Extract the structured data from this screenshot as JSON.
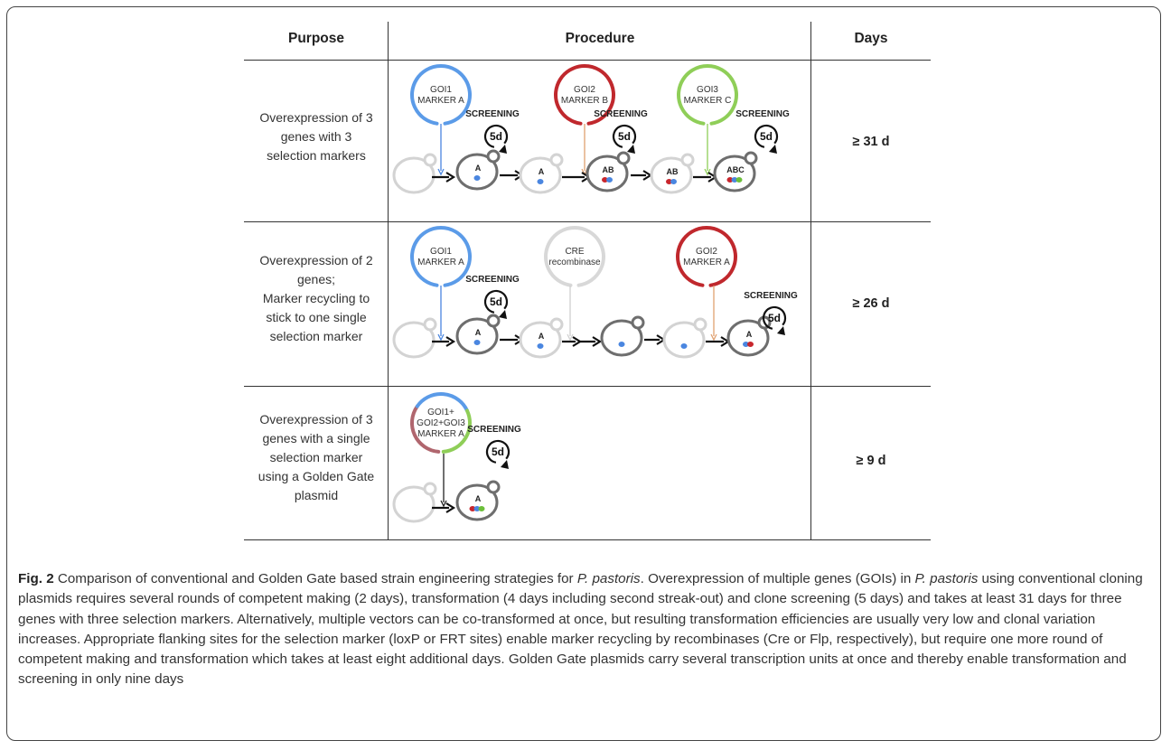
{
  "table": {
    "headers": {
      "purpose": "Purpose",
      "procedure": "Procedure",
      "days": "Days"
    },
    "rows": [
      {
        "purpose_lines": [
          "Overexpression of 3",
          "genes with 3",
          "selection markers"
        ],
        "days": "≥ 31 d",
        "plasmids": [
          {
            "lines": [
              "GOI1",
              "MARKER A"
            ],
            "color": "#5b9be8"
          },
          {
            "lines": [
              "GOI2",
              "MARKER B"
            ],
            "color": "#c0282d"
          },
          {
            "lines": [
              "GOI3",
              "MARKER C"
            ],
            "color": "#8fce58"
          }
        ],
        "screening_label": "Screening",
        "screening_days": "5d",
        "cell_labels": [
          "A",
          "A",
          "AB",
          "AB",
          "ABC"
        ]
      },
      {
        "purpose_lines": [
          "Overexpression of 2",
          "genes;",
          "Marker recycling to",
          "stick to one single",
          "selection marker"
        ],
        "days": "≥ 26 d",
        "plasmids": [
          {
            "lines": [
              "GOI1",
              "MARKER A"
            ],
            "color": "#5b9be8"
          },
          {
            "lines": [
              "CRE",
              "recombinase"
            ],
            "color": "#d8d8d8"
          },
          {
            "lines": [
              "GOI2",
              "MARKER A"
            ],
            "color": "#c0282d"
          }
        ],
        "screening_label": "Screening",
        "screening_days": "5d",
        "cell_labels": [
          "A",
          "A",
          "A"
        ]
      },
      {
        "purpose_lines": [
          "Overexpression of 3",
          "genes with a single",
          "selection marker",
          "using a Golden Gate",
          "plasmid"
        ],
        "days": "≥ 9 d",
        "plasmids": [
          {
            "lines": [
              "GOI1+",
              "GOI2+GOI3",
              "MARKER A"
            ],
            "colors": [
              "#b0666e",
              "#5b9be8",
              "#8fce58"
            ]
          }
        ],
        "screening_label": "Screening",
        "screening_days": "5d",
        "cell_labels": [
          "A"
        ]
      }
    ]
  },
  "caption": {
    "fig_label": "Fig. 2",
    "segments": [
      {
        "t": " Comparison of conventional and Golden Gate based strain engineering strategies for "
      },
      {
        "t": "P. pastoris",
        "i": true
      },
      {
        "t": ". Overexpression of multiple genes (GOIs) in "
      },
      {
        "t": "P. pastoris",
        "i": true
      },
      {
        "t": " using conventional cloning plasmids requires several rounds of competent making (2 days), transformation (4 days including second streak-out) and clone screening (5 days) and takes at least 31 days for three genes with three selection markers. Alternatively, multiple vectors can be co-transformed at once, but resulting transformation efficiencies are usually very low and clonal variation increases. Appropriate flanking sites for the selection marker (loxP or FRT sites) enable marker recycling by recombinases (Cre or Flp, respectively), but require one more round of competent making and transformation which takes at least eight additional days. Golden Gate plasmids carry several transcription units at once and thereby enable transformation and screening in only nine days"
      }
    ]
  }
}
